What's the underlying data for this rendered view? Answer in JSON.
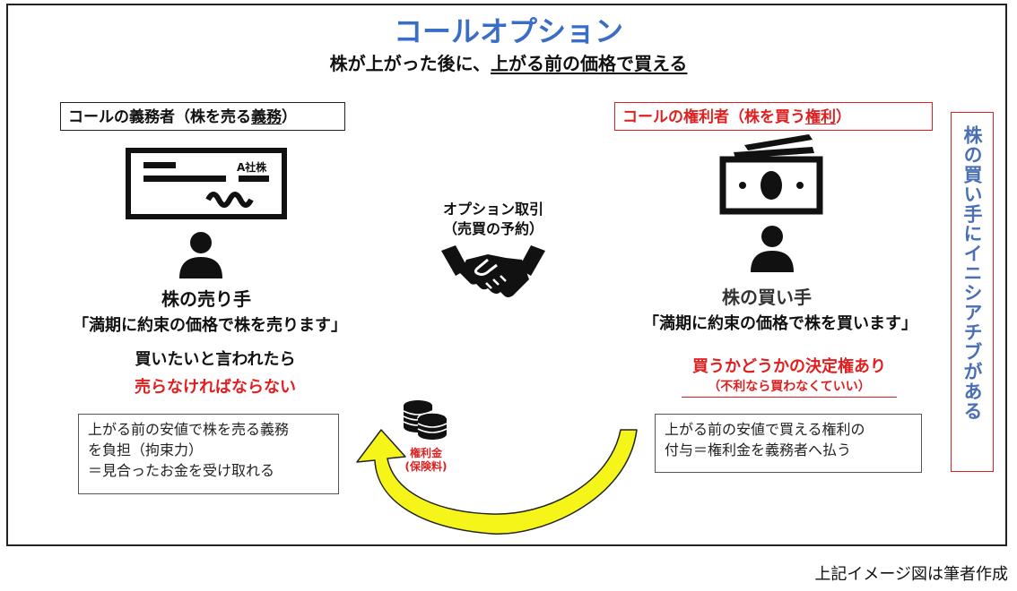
{
  "title": "コールオプション",
  "subtitle": {
    "part1": "株が上がった後に、",
    "part2": "上がる前の価格で買える"
  },
  "writer": {
    "role_text": "コールの義務者（株を売る",
    "role_underlined": "義務",
    "role_end": "）",
    "document_label": "A社株",
    "name": "株の売り手",
    "quote": "「満期に約束の価格で株を売ります」",
    "condition_line1": "買いたいと言われたら",
    "condition_line2": "売らなければならない",
    "description": [
      "上がる前の安値で株を売る義務",
      "を負担（拘束力）",
      "＝見合ったお金を受け取れる"
    ]
  },
  "holder": {
    "role_text": "コールの権利者（株を買う",
    "role_underlined": "権利",
    "role_end": "）",
    "name": "株の買い手",
    "quote": "「満期に約束の価格で株を買います」",
    "decision_line1": "買うかどうかの決定権あり",
    "decision_line2": "（不利なら買わなくていい）",
    "description": [
      "上がる前の安値で買える権利の",
      "付与＝権利金を義務者へ払う"
    ]
  },
  "center": {
    "line1": "オプション取引",
    "line2": "（売買の予約）",
    "icon": "handshake-icon"
  },
  "premium": {
    "line1": "権利金",
    "line2": "(保険料)",
    "icon": "coins-icon"
  },
  "side_note": "株の買い手にイニシアチブがある",
  "caption": "上記イメージ図は筆者作成",
  "colors": {
    "title_blue": "#3a6dc5",
    "accent_red": "#e02020",
    "arrow_yellow": "#f5f51a",
    "side_blue": "#4a6fb5"
  }
}
